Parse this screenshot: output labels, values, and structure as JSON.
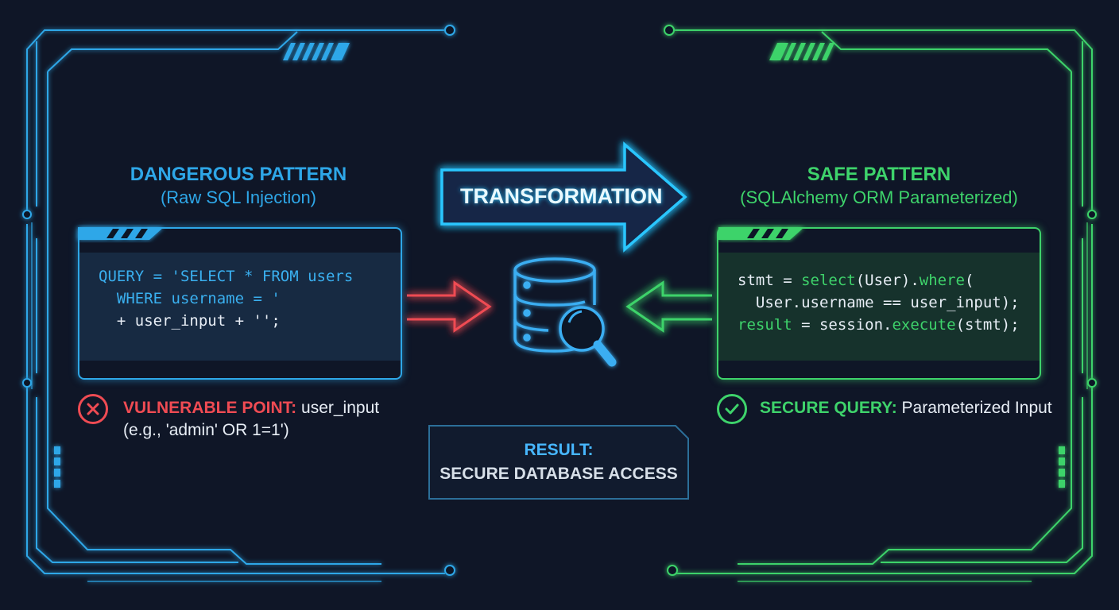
{
  "colors": {
    "background": "#0f1627",
    "danger_accent": "#2ea7e8",
    "safe_accent": "#3ed36b",
    "vulnerable_red": "#ef4b53",
    "transform_cyan": "#29c6ff"
  },
  "dangerous": {
    "title": "DANGEROUS PATTERN",
    "subtitle": "(Raw SQL Injection)",
    "code_lines": [
      "QUERY = 'SELECT * FROM users",
      "  WHERE username = '",
      "  + user_input + '';"
    ],
    "status_icon": "x-circle-icon",
    "status_label": "VULNERABLE POINT:",
    "status_value": "user_input",
    "status_example": "(e.g., 'admin' OR 1=1')"
  },
  "transformation": {
    "label": "TRANSFORMATION",
    "icon": "database-search-icon"
  },
  "safe": {
    "title": "SAFE PATTERN",
    "subtitle": "(SQLAlchemy ORM Parameterized)",
    "code_lines": [
      "stmt = select(User).where(",
      "  User.username == user_input);",
      "result = session.execute(stmt);"
    ],
    "status_icon": "check-circle-icon",
    "status_label": "SECURE QUERY:",
    "status_value": "Parameterized Input"
  },
  "result": {
    "title": "RESULT:",
    "text": "SECURE DATABASE ACCESS"
  }
}
